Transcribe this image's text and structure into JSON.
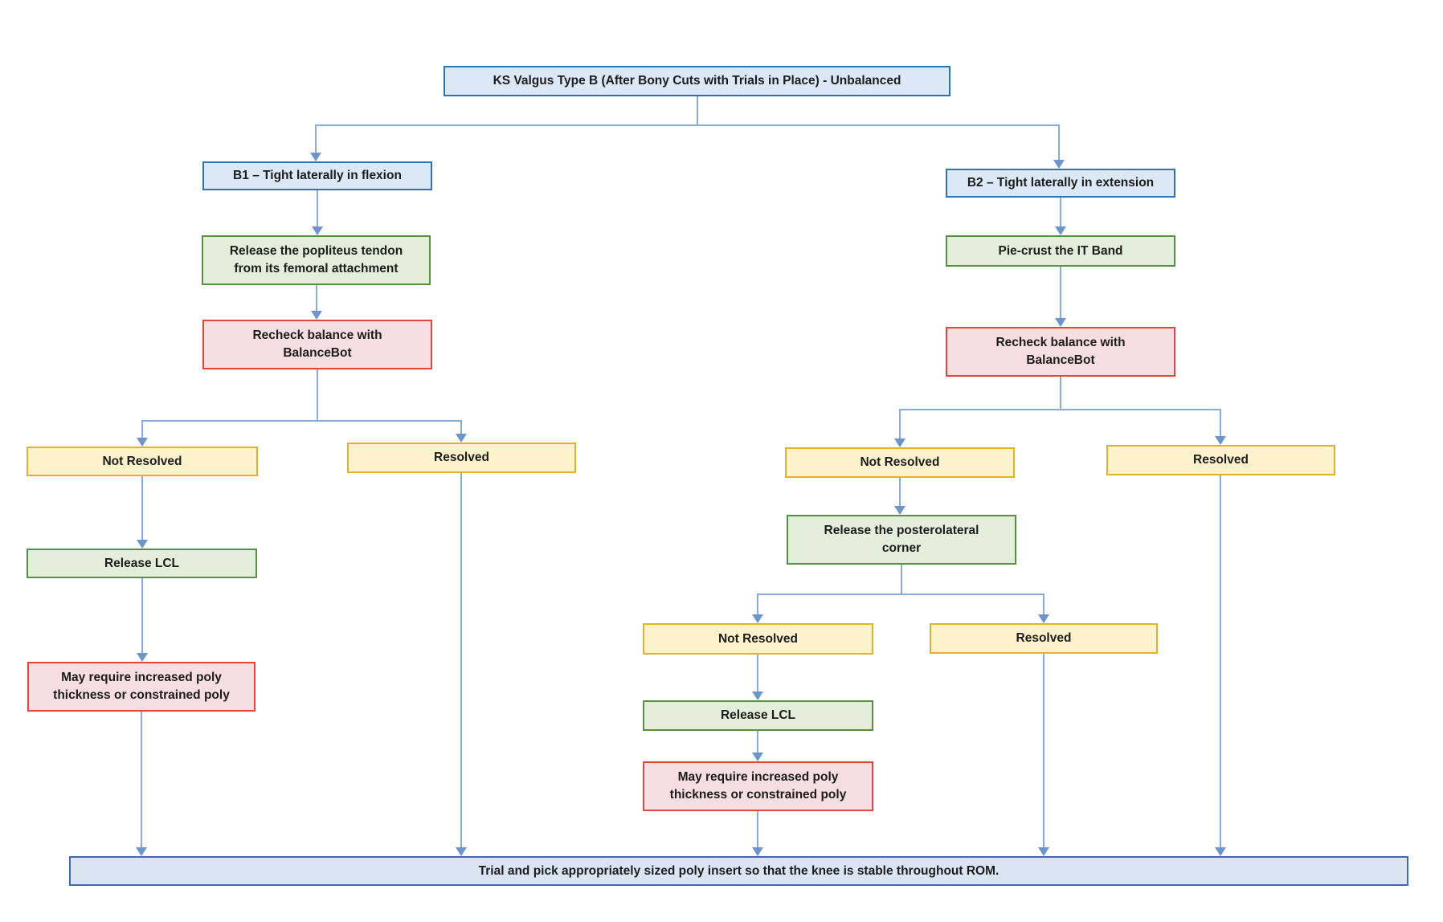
{
  "diagram": {
    "title": "KS Valgus Type B (After Bony Cuts with Trials in Place) - Unbalanced",
    "footer": "Trial and pick appropriately sized poly insert so that the knee is stable throughout ROM.",
    "branch_b1": {
      "header": "B1 – Tight laterally in flexion",
      "step_release_popliteus": "Release the popliteus tendon\nfrom its femoral attachment",
      "step_recheck": "Recheck balance with\nBalanceBot",
      "outcome_not_resolved": "Not Resolved",
      "outcome_resolved": "Resolved",
      "step_release_lcl": "Release LCL",
      "step_may_require_poly": "May require increased poly\nthickness or constrained poly"
    },
    "branch_b2": {
      "header": "B2 – Tight laterally in extension",
      "step_pie_crust": "Pie-crust the IT Band",
      "step_recheck": "Recheck balance with\nBalanceBot",
      "outcome_not_resolved": "Not Resolved",
      "outcome_resolved": "Resolved",
      "step_release_plc": "Release the posterolateral\ncorner",
      "outcome2_not_resolved": "Not Resolved",
      "outcome2_resolved": "Resolved",
      "step_release_lcl": "Release LCL",
      "step_may_require_poly": "May require increased poly\nthickness or constrained poly"
    },
    "colors": {
      "decision_fill": "#dbe8f6",
      "decision_border": "#2e74b5",
      "action_fill": "#e4efdb",
      "action_border": "#559140",
      "check_fill": "#f7dee2",
      "check_border": "#e0473a",
      "outcome_fill": "#fdf2cc",
      "outcome_border": "#dfb32a",
      "footer_fill": "#dbe4f3",
      "footer_border": "#4168b1",
      "connector": "#8aabda",
      "arrowhead": "#6d95cc"
    }
  }
}
